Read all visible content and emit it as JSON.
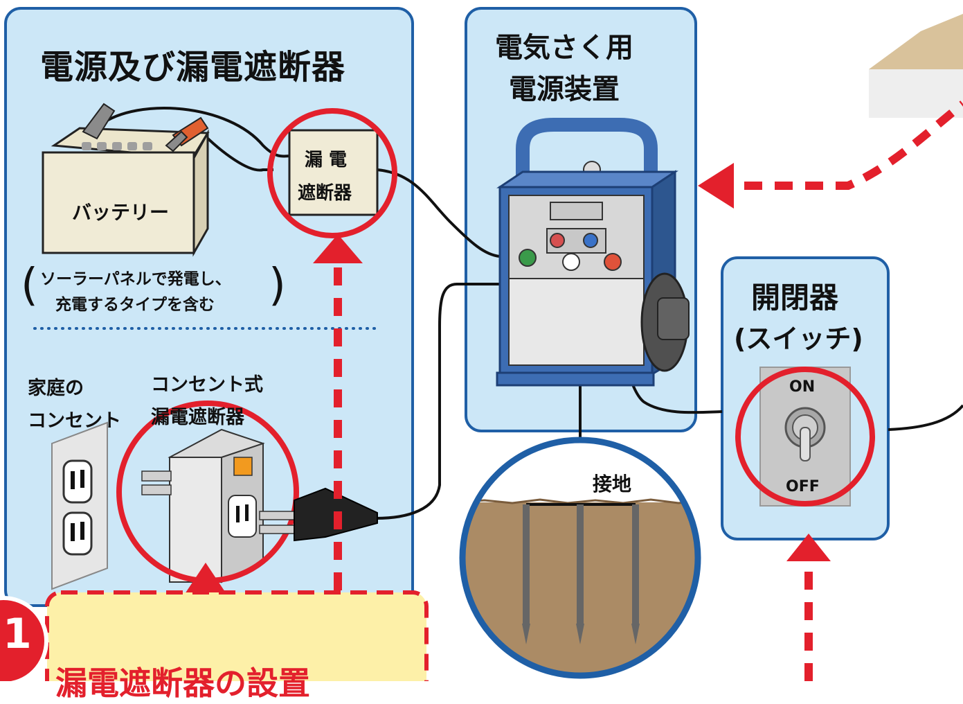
{
  "panels": {
    "power_source": {
      "title": "電源及び漏電遮断器",
      "battery_label": "バッテリー",
      "breaker_line1": "漏 電",
      "breaker_line2": "遮断器",
      "solar_note_line1": "ソーラーパネルで発電し、",
      "solar_note_line2": "充電するタイプを含む",
      "home_outlet_line1": "家庭の",
      "home_outlet_line2": "コンセント",
      "outlet_breaker_line1": "コンセント式",
      "outlet_breaker_line2": "漏電遮断器"
    },
    "fence_unit": {
      "title_line1": "電気さく用",
      "title_line2": "電源装置"
    },
    "switch": {
      "title": "開閉器",
      "subtitle": "(スイッチ)",
      "on_label": "ON",
      "off_label": "OFF"
    }
  },
  "ground": {
    "label": "接地"
  },
  "step": {
    "number": "1",
    "banner_text": "漏電遮断器の設置"
  },
  "colors": {
    "panel_fill": "#cce7f7",
    "panel_border": "#1f5fa6",
    "highlight_red": "#e3202c",
    "banner_fill": "#fdf0a8",
    "device_blue": "#3d6db3",
    "soil": "#ab8b65"
  }
}
